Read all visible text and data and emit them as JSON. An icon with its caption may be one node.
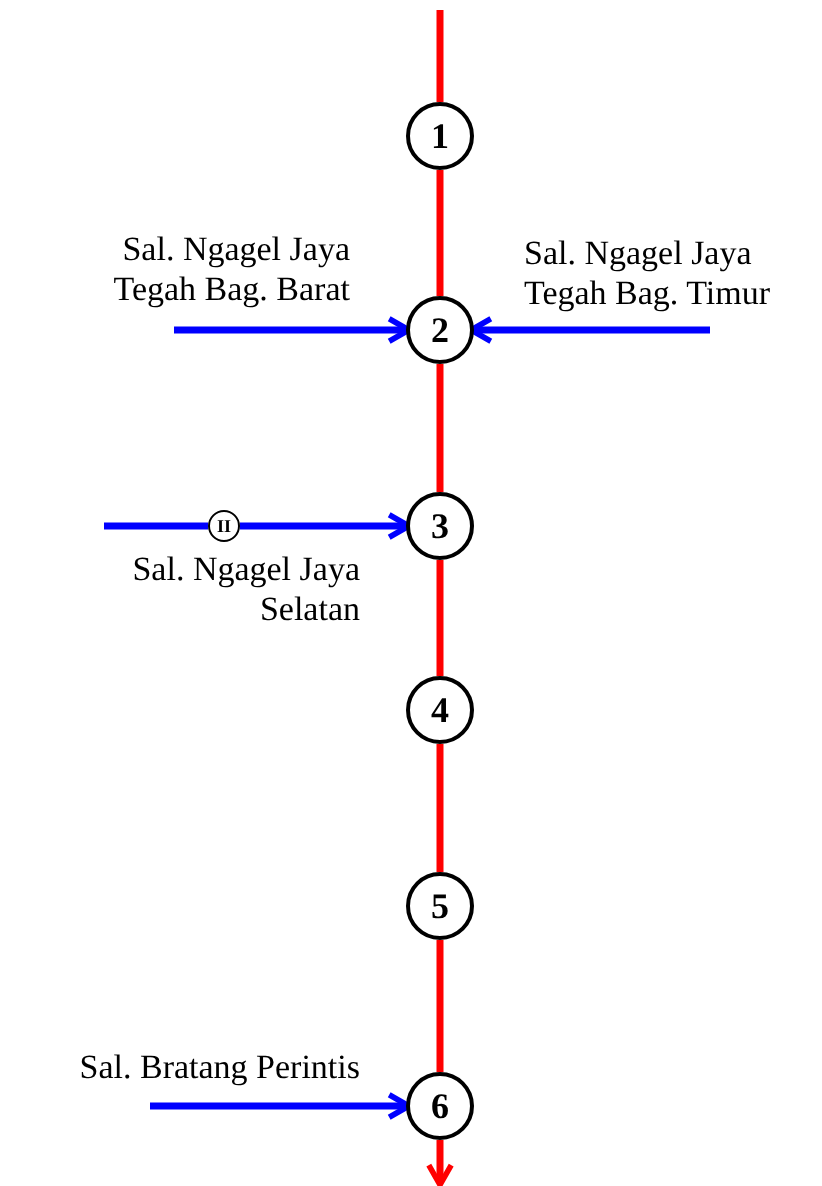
{
  "diagram": {
    "nodes": [
      {
        "text": [
          "1"
        ]
      },
      {
        "text": [
          "2"
        ]
      },
      {
        "text": [
          "3"
        ]
      },
      {
        "text": [
          "4"
        ]
      },
      {
        "text": [
          "5"
        ]
      },
      {
        "text": [
          "6"
        ]
      },
      {
        "text": [
          "II"
        ]
      }
    ],
    "edges": [
      {
        "from": null,
        "to": 0,
        "arrow": "none",
        "color": "#ff0000"
      },
      {
        "from": 0,
        "to": 1,
        "arrow": "none",
        "color": "#ff0000"
      },
      {
        "from": 1,
        "to": 2,
        "arrow": "none",
        "color": "#ff0000"
      },
      {
        "from": 2,
        "to": 3,
        "arrow": "none",
        "color": "#ff0000"
      },
      {
        "from": 3,
        "to": 4,
        "arrow": "none",
        "color": "#ff0000"
      },
      {
        "from": 4,
        "to": 5,
        "arrow": "none",
        "color": "#ff0000"
      },
      {
        "from": 5,
        "to": null,
        "arrow": "to",
        "color": "#ff0000"
      },
      {
        "from": null,
        "to": 1,
        "arrow": "to",
        "color": "#0000ff"
      },
      {
        "from": null,
        "to": 1,
        "arrow": "to",
        "color": "#0000ff"
      },
      {
        "from": null,
        "to": 6,
        "arrow": "none",
        "color": "#0000ff"
      },
      {
        "from": 6,
        "to": 2,
        "arrow": "to",
        "color": "#0000ff"
      },
      {
        "from": null,
        "to": 5,
        "arrow": "to",
        "color": "#0000ff"
      }
    ],
    "labels": [
      "Sal. Ngagel Jaya Tegah Bag. Barat",
      "Sal. Ngagel Jaya Tegah Bag. Timur",
      "Sal. Ngagel Jaya Selatan",
      "Sal. Bratang Perintis"
    ]
  }
}
